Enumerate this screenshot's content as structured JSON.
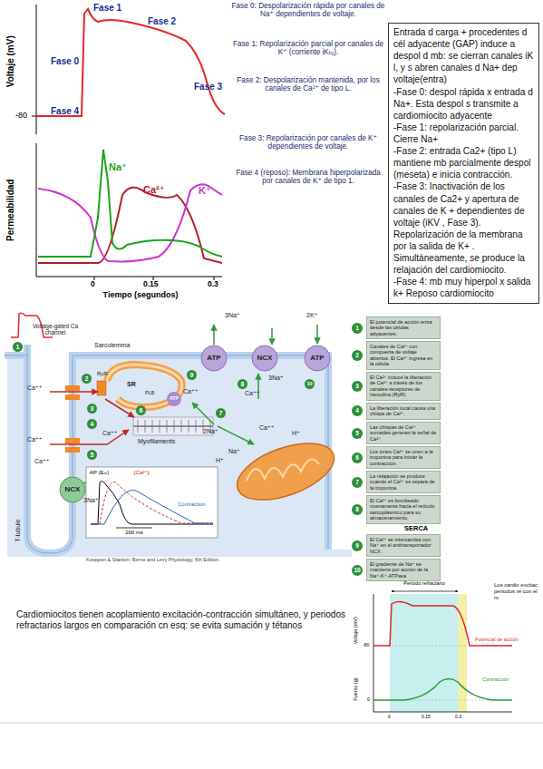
{
  "diagram": {
    "nodes": [
      {
        "text": [
          "Entrada d carga + procedentes d cél adyacente (GAP) induce a despol d mb: se cierran canales iK l, y s abren canales d Na+ dep voltaje(entra)",
          "-Fase 0: despol rápida x entrada d Na+. Esta despol s transmite a cardiomiocito adyacente",
          "-Fase 1: repolarización parcial. Cierre Na+",
          "-Fase 2: entrada Ca2+ (tipo L) mantiene mb parcialmente despol (meseta) e inicia contracción.",
          "-Fase 3: Inactivación de los canales de Ca2+ y apertura de canales de K + dependientes de voltaje (iKV , Fase 3). Repolarización de la membrana por la salida de K+ . Simultáneamente, se produce la relajación del cardiomiocito.",
          "-Fase 4: mb muy hiperpol x salida k+ Reposo cardiomiocito"
        ]
      },
      {
        "text": [
          "1",
          "El potencial de acción entra desde las células adyacentes."
        ]
      },
      {
        "text": [
          "2",
          "Canales de Ca²⁺ con compuerta de voltaje abiertos. El Ca²⁺ ingresa en la célula."
        ]
      },
      {
        "text": [
          "3",
          "El Ca²⁺ induce la liberación de Ca²⁺ a través de los canales-receptores de rianodina (RyR)."
        ]
      },
      {
        "text": [
          "4",
          "La liberación local causa una chispa de Ca²⁺."
        ]
      },
      {
        "text": [
          "5",
          "Las chispas de Ca²⁺ sumadas generan la señal de Ca²⁺."
        ]
      },
      {
        "text": [
          "6",
          "Los iones Ca²⁺ se unen a la troponina para iniciar la contracción."
        ]
      },
      {
        "text": [
          "7",
          "La relajación se produce cuando el Ca²⁺ se separa de la troponina."
        ]
      },
      {
        "text": [
          "8",
          "El Ca²⁺ es bombeado nuevamente hacia el retículo sarcoplásmico para su almacenamiento."
        ]
      },
      {
        "text": [
          "9",
          "El Ca²⁺ se intercambia con Na⁺ en el antitransportador NCX."
        ]
      },
      {
        "text": [
          "10",
          "El gradiente de Na⁺ se mantiene por acción de la Na⁺-K⁺-ATPasa"
        ]
      },
      {
        "text": [
          "ATP"
        ]
      },
      {
        "text": [
          "NCX"
        ]
      },
      {
        "text": [
          "ATP"
        ]
      },
      {
        "text": [
          "NCX"
        ]
      }
    ],
    "labels": [
      "Fase 1",
      "Fase 2",
      "Fase 0",
      "Fase 3",
      "Fase 4",
      "Voltaje (mV)",
      "-80",
      "Na⁺",
      "Ca²⁺",
      "K⁺",
      "Permeabilidad",
      "0",
      "0.15",
      "0.3",
      "Tiempo (segundos)",
      "Fase 0: Despolarización rápida por canales de Na⁺ dependientes de voltaje.",
      "Fase 1: Repolarización parcial por canales de K⁺ (corriente iKₜₒ).",
      "Fase 2: Despolarización mantenida, por los canales de Ca²⁺ de tipo L.",
      "Fase 3: Repolarización por canales de K⁺ dependientes de voltaje.",
      "Fase 4 (reposo): Membrana hiperpolarizada por canales de K⁺ de tipo 1.",
      "1",
      "Voltage-gated Ca channel",
      "Sarcolemma",
      "3Na⁺",
      "2K⁺",
      "3Na⁺",
      "Ca⁺⁺",
      "Ca⁺⁺",
      "2",
      "RyR",
      "SR",
      "PLB",
      "ATP",
      "Ca⁺⁺",
      "3",
      "4",
      "Ca⁺⁺",
      "5",
      "Myofilaments",
      "6",
      "7",
      "8",
      "9",
      "10",
      "Ca⁺⁺",
      "Ca⁺⁺",
      "2Na⁺",
      "H⁺",
      "Na⁺",
      "H⁺",
      "Ca⁺⁺",
      "3Na⁺",
      "T-tubule",
      "AP (Eₘ)",
      "[Ca²⁺]ᵢ",
      "Contraction",
      "200 ms",
      "Koeppen & Stanton: Berne and Levy Physiology, 6th Edition.",
      "SERCA",
      "Cardiomiocitos tienen acoplamiento excitación-contracción simultáneo, y periodos refractarios largos en comparación cn esq: se evita sumación y tétanos",
      "Período refractario",
      "Los cardio excitac periodos re con el m",
      "Voltaje (mV)",
      "Fuerza (g)",
      "-80",
      "0",
      "0",
      "0.15",
      "0.3",
      "Potencial de acción",
      "Contracción"
    ]
  }
}
